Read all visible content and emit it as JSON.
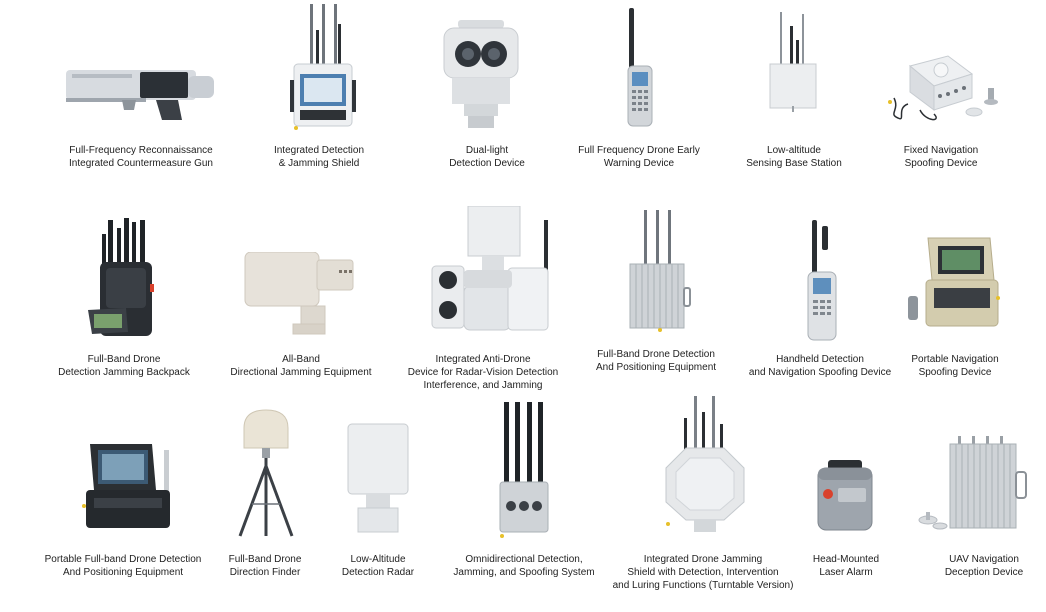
{
  "products": [
    {
      "id": "p1",
      "lines": [
        "Full-Frequency Reconnaissance",
        "Integrated Countermeasure Gun"
      ],
      "icon": "countermeasure-gun-icon"
    },
    {
      "id": "p2",
      "lines": [
        "Integrated Detection",
        "& Jamming Shield"
      ],
      "icon": "jamming-shield-icon"
    },
    {
      "id": "p3",
      "lines": [
        "Dual-light",
        "Detection Device"
      ],
      "icon": "dual-light-camera-icon"
    },
    {
      "id": "p4",
      "lines": [
        "Full Frequency Drone Early",
        "Warning Device"
      ],
      "icon": "handheld-radio-icon"
    },
    {
      "id": "p5",
      "lines": [
        "Low-altitude",
        "Sensing Base Station"
      ],
      "icon": "base-station-icon"
    },
    {
      "id": "p6",
      "lines": [
        "Fixed Navigation",
        "Spoofing Device"
      ],
      "icon": "spoofing-box-icon"
    },
    {
      "id": "p7",
      "lines": [
        "Full-Band Drone",
        "Detection Jamming Backpack"
      ],
      "icon": "backpack-jammer-icon"
    },
    {
      "id": "p8",
      "lines": [
        "All-Band",
        "Directional Jamming Equipment"
      ],
      "icon": "directional-jammer-icon"
    },
    {
      "id": "p9",
      "lines": [
        "Integrated Anti-Drone",
        "Device for Radar-Vision Detection",
        "Interference, and Jamming"
      ],
      "icon": "radar-vision-device-icon"
    },
    {
      "id": "p10",
      "lines": [
        "Full-Band Drone Detection",
        "And Positioning Equipment"
      ],
      "icon": "finned-enclosure-icon"
    },
    {
      "id": "p11",
      "lines": [
        "Handheld Detection",
        "and Navigation Spoofing Device"
      ],
      "icon": "handheld-spoofer-icon"
    },
    {
      "id": "p12",
      "lines": [
        "Portable Navigation",
        "Spoofing Device"
      ],
      "icon": "portable-case-icon"
    },
    {
      "id": "p13",
      "lines": [
        "Portable Full-band Drone Detection",
        "And Positioning Equipment"
      ],
      "icon": "rugged-case-icon"
    },
    {
      "id": "p14",
      "lines": [
        "Full-Band Drone",
        "Direction Finder"
      ],
      "icon": "tripod-direction-finder-icon"
    },
    {
      "id": "p15",
      "lines": [
        "Low-Altitude",
        "Detection Radar"
      ],
      "icon": "radar-panel-icon"
    },
    {
      "id": "p16",
      "lines": [
        "Omnidirectional Detection,",
        "Jamming, and Spoofing System"
      ],
      "icon": "omni-jammer-icon"
    },
    {
      "id": "p17",
      "lines": [
        "Integrated Drone Jamming",
        "Shield with Detection, Intervention",
        "and Luring Functions (Turntable Version)"
      ],
      "icon": "octagon-shield-icon"
    },
    {
      "id": "p18",
      "lines": [
        "Head-Mounted",
        "Laser Alarm"
      ],
      "icon": "laser-alarm-icon"
    },
    {
      "id": "p19",
      "lines": [
        "UAV Navigation",
        "Deception Device"
      ],
      "icon": "deception-box-icon"
    }
  ]
}
